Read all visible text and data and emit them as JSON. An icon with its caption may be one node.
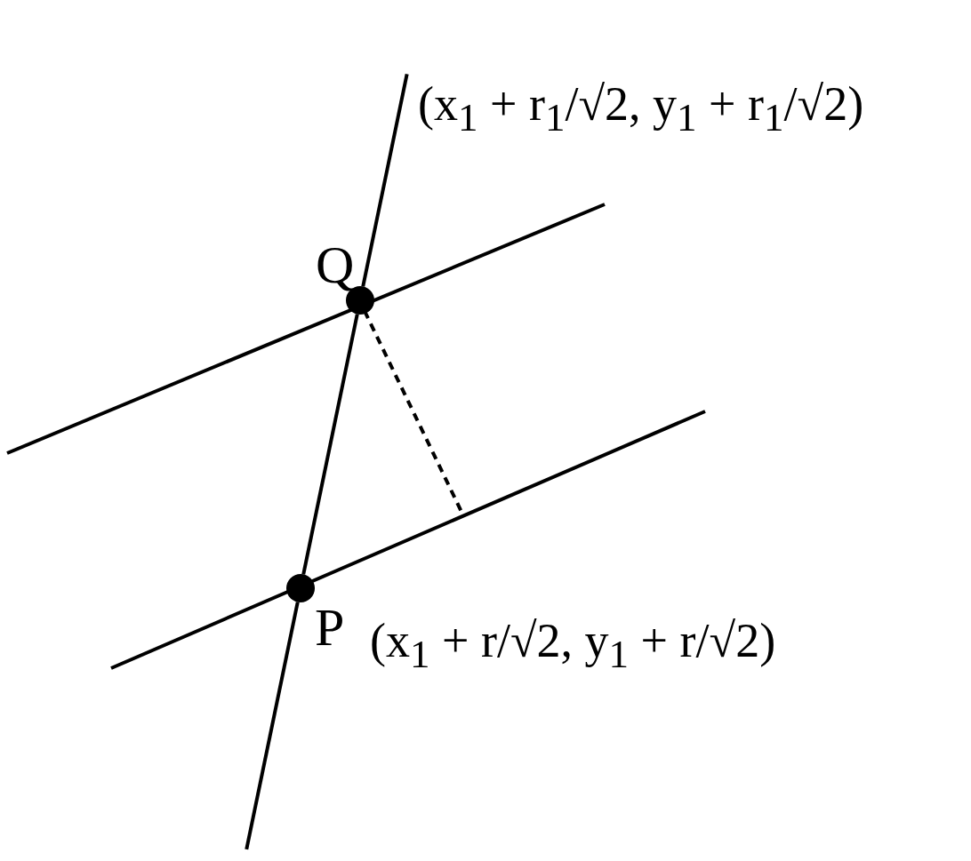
{
  "diagram": {
    "nodes": [
      {
        "text": [
          "Q"
        ]
      },
      {
        "text": [
          "P"
        ],
        "beside": [
          "(x$_{1}$ + r/√2, y$_{1}$ + r/√2)"
        ]
      }
    ],
    "edges": [
      {
        "from": 1,
        "to": 0,
        "arrow": "none"
      }
    ],
    "labels": [
      "(x$_{1}$ + r$_{1}$/√2, y$_{1}$ + r$_{1}$/√2)"
    ]
  }
}
